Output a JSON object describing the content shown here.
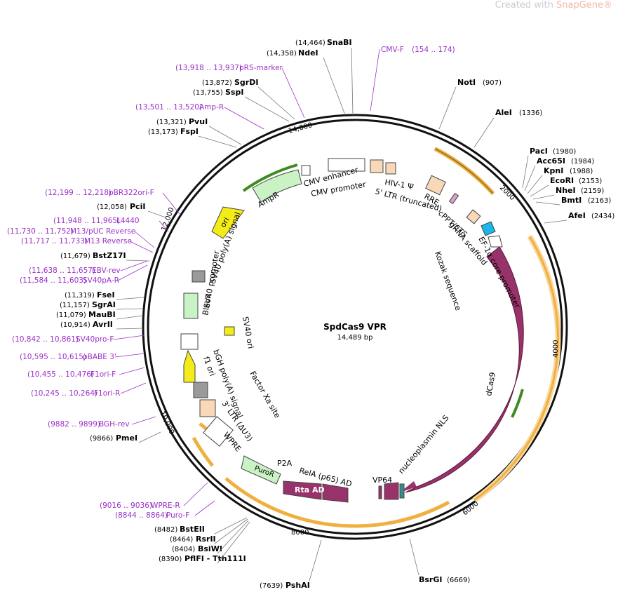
{
  "watermark": {
    "prefix": "Created with ",
    "brand": "SnapGene®"
  },
  "plasmid": {
    "name": "SpdCas9 VPR",
    "length": "14,489 bp",
    "length_bp": 14489
  },
  "ticks": [
    "2000",
    "4000",
    "6000",
    "8000",
    "10,000",
    "12,000",
    "14,000"
  ],
  "enzymes": [
    {
      "pos": "(14,464)",
      "name": "SnaBI"
    },
    {
      "pos": "(14,358)",
      "name": "NdeI"
    },
    {
      "pos": "(907)",
      "name": "NotI"
    },
    {
      "pos": "(1336)",
      "name": "AleI"
    },
    {
      "pos": "(1980)",
      "name": "PacI"
    },
    {
      "pos": "(1984)",
      "name": "Acc65I"
    },
    {
      "pos": "(1988)",
      "name": "KpnI"
    },
    {
      "pos": "(2153)",
      "name": "EcoRI"
    },
    {
      "pos": "(2159)",
      "name": "NheI"
    },
    {
      "pos": "(2163)",
      "name": "BmtI"
    },
    {
      "pos": "(2434)",
      "name": "AfeI"
    },
    {
      "pos": "(13,872)",
      "name": "SgrDI"
    },
    {
      "pos": "(13,755)",
      "name": "SspI"
    },
    {
      "pos": "(13,321)",
      "name": "PvuI"
    },
    {
      "pos": "(13,173)",
      "name": "FspI"
    },
    {
      "pos": "(12,058)",
      "name": "PciI"
    },
    {
      "pos": "(11,679)",
      "name": "BstZ17I"
    },
    {
      "pos": "(11,319)",
      "name": "FseI"
    },
    {
      "pos": "(11,157)",
      "name": "SgrAI"
    },
    {
      "pos": "(11,079)",
      "name": "MauBI"
    },
    {
      "pos": "(10,914)",
      "name": "AvrII"
    },
    {
      "pos": "(9866)",
      "name": "PmeI"
    },
    {
      "pos": "(8482)",
      "name": "BstEII"
    },
    {
      "pos": "(8464)",
      "name": "RsrII"
    },
    {
      "pos": "(8404)",
      "name": "BsiWI"
    },
    {
      "pos": "(8390)",
      "name": "PflFI - Tth111I"
    },
    {
      "pos": "(7639)",
      "name": "PshAI"
    },
    {
      "name": "BsrGI",
      "pos": "(6669)"
    }
  ],
  "primers": [
    {
      "name": "CMV-F",
      "range": "(154 .. 174)"
    },
    {
      "range": "(13,918 .. 13,937)",
      "name": "pRS-marker"
    },
    {
      "range": "(13,501 .. 13,520)",
      "name": "Amp-R"
    },
    {
      "range": "(12,199 .. 12,218)",
      "name": "pBR322ori-F"
    },
    {
      "range": "(11,948 .. 11,965)",
      "name": "L4440"
    },
    {
      "range": "(11,730 .. 11,752)",
      "name": "M13/pUC Reverse"
    },
    {
      "range": "(11,717 .. 11,733)",
      "name": "M13 Reverse"
    },
    {
      "range": "(11,638 .. 11,657)",
      "name": "EBV-rev"
    },
    {
      "range": "(11,584 .. 11,603)",
      "name": "SV40pA-R"
    },
    {
      "range": "(10,842 .. 10,861)",
      "name": "SV40pro-F"
    },
    {
      "range": "(10,595 .. 10,615)",
      "name": "pBABE 3'"
    },
    {
      "range": "(10,455 .. 10,476)",
      "name": "F1ori-F"
    },
    {
      "range": "(10,245 .. 10,264)",
      "name": "F1ori-R"
    },
    {
      "range": "(9882 .. 9899)",
      "name": "BGH-rev"
    },
    {
      "range": "(9016 .. 9036)",
      "name": "WPRE-R"
    },
    {
      "range": "(8844 .. 8864)",
      "name": "Puro-F"
    }
  ],
  "features": [
    "CMV enhancer",
    "CMV promoter",
    "HIV-1 Ψ",
    "5' LTR (truncated)",
    "RRE",
    "cPPT/CTS",
    "gRNA scaffold",
    "EF-1α core promoter",
    "Kozak sequence",
    "dCas9",
    "nucleoplasmin NLS",
    "VP64",
    "RelA (p65) AD",
    "Rta AD",
    "P2A",
    "PuroR",
    "WPRE",
    "3' LTR (ΔU3)",
    "Factor Xa site",
    "bGH poly(A) signal",
    "f1 ori",
    "SV40 ori",
    "SV40 promoter",
    "BleoR",
    "SV40 poly(A) signal",
    "ori",
    "AmpR"
  ],
  "colors": {
    "primer": "#9b30c8",
    "dcas9": "#98326a",
    "orf_green": "#c9f2c5",
    "ori_yellow": "#f4ec18",
    "ltr_peach": "#f9d8b8",
    "orf_arrow_gold": "#f0b040"
  }
}
